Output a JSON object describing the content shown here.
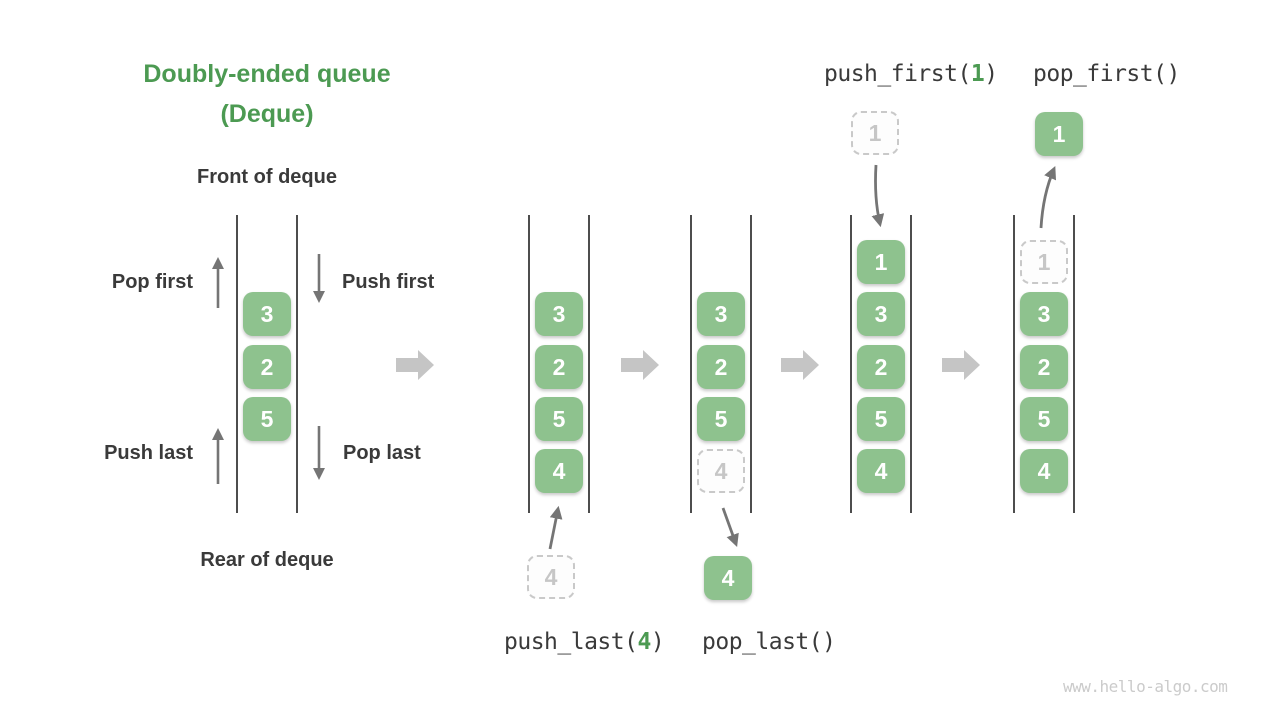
{
  "title": {
    "line1": "Doubly-ended queue",
    "line2": "(Deque)"
  },
  "labels": {
    "front": "Front of deque",
    "rear": "Rear of deque",
    "pop_first": "Pop first",
    "push_first": "Push first",
    "push_last": "Push last",
    "pop_last": "Pop last"
  },
  "operations": {
    "push_first": {
      "prefix": "push_first(",
      "arg": "1",
      "suffix": ")"
    },
    "pop_first": {
      "label": "pop_first()"
    },
    "push_last": {
      "prefix": "push_last(",
      "arg": "4",
      "suffix": ")"
    },
    "pop_last": {
      "label": "pop_last()"
    }
  },
  "queues": [
    {
      "cells": [
        "3",
        "2",
        "5"
      ]
    },
    {
      "cells": [
        "3",
        "2",
        "5",
        "4"
      ]
    },
    {
      "cells": [
        "3",
        "2",
        "5",
        "4"
      ]
    },
    {
      "cells": [
        "1",
        "3",
        "2",
        "5",
        "4"
      ]
    },
    {
      "cells": [
        "1",
        "3",
        "2",
        "5",
        "4"
      ]
    }
  ],
  "floating": {
    "push_last_value": "4",
    "pop_last_value": "4",
    "push_first_value": "1",
    "pop_first_value": "1"
  },
  "colors": {
    "cell_green": "#8EC28E",
    "accent_green": "#4C9A52",
    "text_dark": "#3A3A3A",
    "thin_arrow": "#757575",
    "block_arrow": "#C5C5C5",
    "ghost_border": "#C9C9C9",
    "wall": "#4D4D4D",
    "watermark": "#CBCBCB"
  },
  "watermark": "www.hello-algo.com"
}
